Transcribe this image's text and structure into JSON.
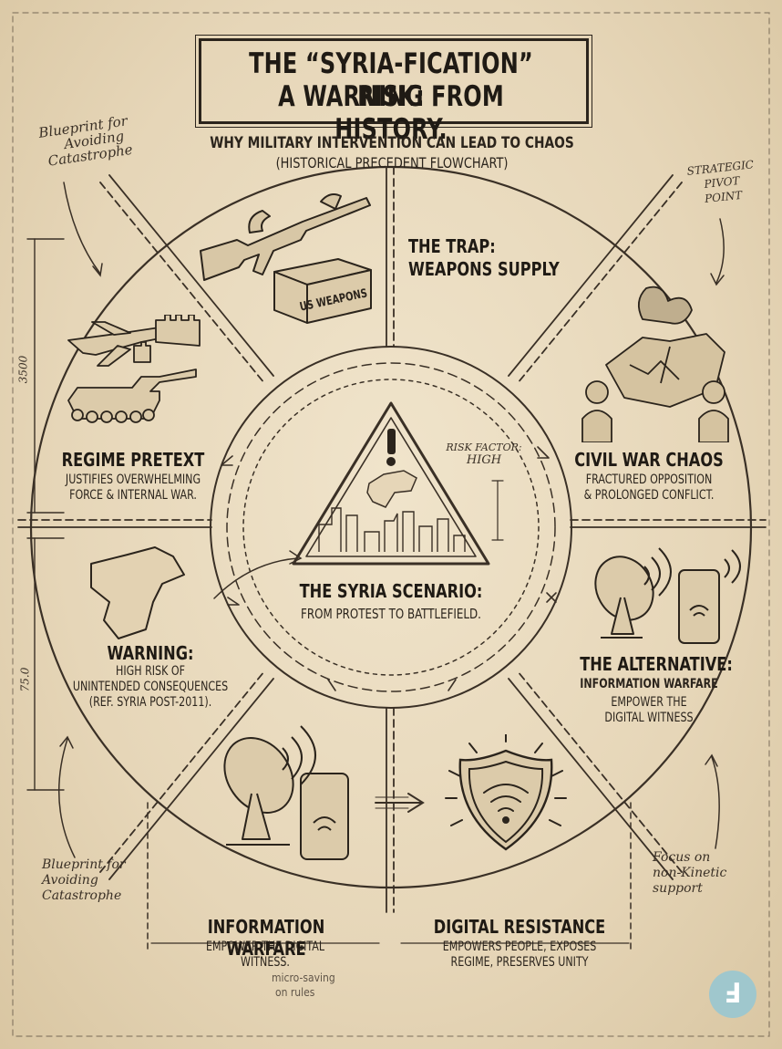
{
  "title": {
    "line1": "THE “SYRIA-FICATION” RISK:",
    "line2": "A WARNING FROM HISTORY."
  },
  "subtitle": "WHY MILITARY INTERVENTION CAN LEAD TO CHAOS",
  "subtitle2": "(HISTORICAL PRECEDENT FLOWCHART)",
  "notes": {
    "blueprint_top": [
      "Blueprint for",
      "Avoiding",
      "Catastrophe"
    ],
    "strategic": [
      "STRATEGIC",
      "PIVOT",
      "POINT"
    ],
    "blueprint_bottom": [
      "Blueprint for",
      "Avoiding",
      "Catastrophe"
    ],
    "focus": [
      "Focus on",
      "non-Kinetic",
      "support"
    ],
    "dim_top": "3500",
    "dim_bottom": "75.0",
    "risk_factor": [
      "RISK FACTOR:",
      "HIGH"
    ]
  },
  "sections": {
    "trap": {
      "title": [
        "THE TRAP:",
        "WEAPONS SUPPLY"
      ],
      "crate_label": "US WEAPONS"
    },
    "civil_war": {
      "title": "CIVIL WAR CHAOS",
      "text": [
        "FRACTURED OPPOSITION",
        "& PROLONGED CONFLICT."
      ]
    },
    "alternative": {
      "title": "THE ALTERNATIVE:",
      "subtitle": "INFORMATION WARFARE",
      "text": [
        "EMPOWER THE",
        "DIGITAL WITNESS"
      ]
    },
    "digital_resistance": {
      "title": "DIGITAL RESISTANCE",
      "text": [
        "EMPOWERS PEOPLE, EXPOSES",
        "REGIME, PRESERVES UNITY"
      ]
    },
    "info_warfare": {
      "title": "INFORMATION WARFARE",
      "text": [
        "EMPOWER THE DIGITAL",
        "WITNESS."
      ],
      "faded": [
        "micro-saving",
        "on rules"
      ]
    },
    "warning": {
      "title": "WARNING:",
      "text": [
        "HIGH RISK OF",
        "UNINTENDED CONSEQUENCES",
        "(REF. SYRIA POST-2011)."
      ]
    },
    "regime": {
      "title": "REGIME PRETEXT",
      "text": [
        "JUSTIFIES OVERWHELMING",
        "FORCE & INTERNAL WAR."
      ]
    },
    "center": {
      "title": "THE SYRIA SCENARIO:",
      "text": "FROM PROTEST TO BATTLEFIELD."
    }
  },
  "logo_glyph": "Ⅎ",
  "colors": {
    "paper": "#ead9bb",
    "ink": "#2b241c",
    "logo": "#9fc7cd"
  }
}
